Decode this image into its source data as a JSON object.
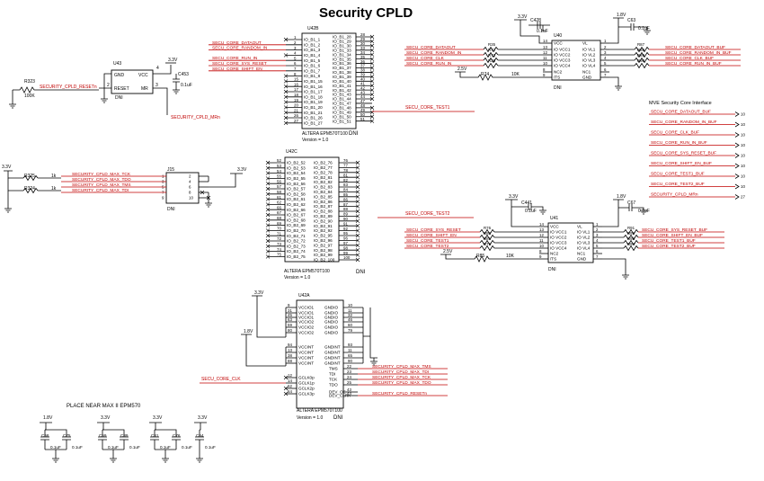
{
  "title": "Security CPLD",
  "placement_note": "PLACE NEAR MAX II EPM570",
  "rail_33": "3.3V",
  "rail_18": "1.8V",
  "rail_25": "2.5V",
  "u43": {
    "ref": "U43",
    "gnd": "GND",
    "vcc": "VCC",
    "reset": "RESET",
    "mr": "MR",
    "dni": "DNI",
    "p4": "4",
    "p1": "1",
    "p2": "2",
    "p3": "3"
  },
  "r323": {
    "ref": "R323",
    "val": "100K"
  },
  "c453": {
    "ref": "C453",
    "val": "0.1uF"
  },
  "reset_net": "SECURITY_CPLD_RESETn",
  "mrn_net": "SECURITY_CPLD_MRn",
  "u42b": {
    "ref": "U42B",
    "footer": "ALTERA EPM570T100",
    "version": "Version = 1.0",
    "dni": "DNI",
    "left_pins": [
      "1",
      "2",
      "3",
      "4",
      "5",
      "6",
      "7",
      "8",
      "15",
      "16",
      "17",
      "18",
      "19",
      "20",
      "21",
      "26",
      "27"
    ],
    "left_labels": [
      "IO_B1_1",
      "IO_B1_2",
      "IO_B1_3",
      "IO_B1_4",
      "IO_B1_5",
      "IO_B1_6",
      "IO_B1_7",
      "IO_B1_8",
      "IO_B1_15",
      "IO_B1_16",
      "IO_B1_17",
      "IO_B1_18",
      "IO_B1_19",
      "IO_B1_20",
      "IO_B1_21",
      "IO_B1_26",
      "IO_B1_27"
    ],
    "right_labels": [
      "IO_B1_28",
      "IO_B1_29",
      "IO_B1_30",
      "IO_B1_33",
      "IO_B1_34",
      "IO_B1_35",
      "IO_B1_36",
      "IO_B1_37",
      "IO_B1_38",
      "IO_B1_39",
      "IO_B1_40",
      "IO_B1_41",
      "IO_B1_42",
      "IO_B1_43",
      "IO_B1_44",
      "IO_B1_47",
      "IO_B1_48",
      "IO_B1_49",
      "IO_B1_50",
      "IO_B1_51"
    ],
    "right_pins": [
      "28",
      "29",
      "30",
      "33",
      "34",
      "35",
      "36",
      "37",
      "38",
      "39",
      "40",
      "41",
      "42",
      "43",
      "44",
      "47",
      "48",
      "49",
      "50",
      "51"
    ],
    "left_nets": [
      "",
      "SECU_CORE_DATAOUT",
      "SECU_CORE_RANDOM_IN",
      "",
      "SECU_CORE_RUN_IN",
      "SECU_CORE_SYS_RESET",
      "SECU_CORE_SHIFT_EN"
    ],
    "test1_net": "SECU_CORE_TEST1"
  },
  "u40": {
    "ref": "U40",
    "dni": "DNI",
    "c428": "C428",
    "c428v": "0.1uF",
    "c63": "C63",
    "c63v": "0.1uF",
    "left_pins": [
      "14",
      "13",
      "12",
      "11",
      "10",
      "8",
      "9"
    ],
    "left_labels": [
      "VCC",
      "IO VCC1",
      "IO VCC2",
      "IO VCC3",
      "IO VCC4",
      "NC2",
      "/TS"
    ],
    "right_labels": [
      "VL",
      "IO VL1",
      "IO VL2",
      "IO VL3",
      "IO VL4",
      "NC1",
      "GND"
    ],
    "right_pins": [
      "1",
      "2",
      "3",
      "4",
      "5",
      "6",
      "7"
    ],
    "left_nets": [
      "SECU_CORE_DATAOUT",
      "SECU_CORE_RANDOM_IN",
      "SECU_CORE_CLK",
      "SECU_CORE_RUN_IN"
    ],
    "right_nets": [
      "SECU_CORE_DATAOUT_BUF",
      "SECU_CORE_RANDOM_IN_BUF",
      "SECU_CORE_CLK_BUF",
      "SECU_CORE_RUN_IN_BUF"
    ],
    "rin": [
      "R35",
      "R72",
      "R73",
      "R36"
    ],
    "rout": [
      "R87",
      "R88",
      "R89",
      "R90"
    ],
    "r74": "R74",
    "r74v": "10K"
  },
  "interface": {
    "title": "MVE Security Core Interface",
    "nets": [
      "SECU_CORE_DATAOUT_BUF",
      "SECU_CORE_RANDOM_IN_BUF",
      "SECU_CORE_CLK_BUF",
      "SECU_CORE_RUN_IN_BUF",
      "SECU_CORE_SYS_RESET_BUF",
      "SECU_CORE_SHIFT_EN_BUF",
      "SECU_CORE_TEST1_BUF",
      "SECU_CORE_TEST2_BUF",
      "SECURITY_CPLD_MRn"
    ],
    "pins": [
      "10",
      "10",
      "10",
      "10",
      "10",
      "10",
      "10",
      "10",
      "27"
    ]
  },
  "j15": {
    "ref": "J15",
    "dni": "DNI",
    "r325": "R325",
    "r324": "R324",
    "rv": "1k",
    "nets": [
      "SECURITY_CPLD_MAX_TCK",
      "SECURITY_CPLD_MAX_TDO",
      "SECURITY_CPLD_MAX_TMS",
      "SECURITY_CPLD_MAX_TDI"
    ],
    "lpins": [
      "1",
      "3",
      "5",
      "7",
      "9"
    ],
    "rpins": [
      "2",
      "4",
      "6",
      "8",
      "10"
    ]
  },
  "u42c": {
    "ref": "U42C",
    "footer": "ALTERA EPM570T100",
    "version": "Version = 1.0",
    "dni": "DNI",
    "left_pins": [
      "52",
      "53",
      "54",
      "55",
      "56",
      "57",
      "58",
      "61",
      "62",
      "66",
      "67",
      "68",
      "69",
      "70",
      "71",
      "72",
      "73",
      "74",
      "75"
    ],
    "left_labels": [
      "IO_B2_52",
      "IO_B2_53",
      "IO_B2_54",
      "IO_B2_55",
      "IO_B2_56",
      "IO_B2_57",
      "IO_B2_58",
      "IO_B2_61",
      "IO_B2_62",
      "IO_B2_66",
      "IO_B2_67",
      "IO_B2_68",
      "IO_B2_69",
      "IO_B2_70",
      "IO_B2_71",
      "IO_B2_72",
      "IO_B2_73",
      "IO_B2_74",
      "IO_B2_75"
    ],
    "right_labels": [
      "IO_B2_76",
      "IO_B2_77",
      "IO_B2_78",
      "IO_B2_81",
      "IO_B2_82",
      "IO_B2_83",
      "IO_B2_84",
      "IO_B2_85",
      "IO_B2_86",
      "IO_B2_87",
      "IO_B2_88",
      "IO_B2_89",
      "IO_B2_90",
      "IO_B2_91",
      "IO_B2_92",
      "IO_B2_95",
      "IO_B2_96",
      "IO_B2_97",
      "IO_B2_98",
      "IO_B2_99",
      "IO_B2_100"
    ],
    "right_pins": [
      "76",
      "77",
      "78",
      "81",
      "82",
      "83",
      "84",
      "85",
      "86",
      "87",
      "88",
      "89",
      "90",
      "91",
      "92",
      "95",
      "96",
      "97",
      "98",
      "99",
      "100"
    ],
    "test2_net": "SECU_CORE_TEST2"
  },
  "u41": {
    "ref": "U41",
    "dni": "DNI",
    "c441": "C441",
    "c441v": "0.1uF",
    "c67": "C67",
    "c67v": "0.1uF",
    "left_pins": [
      "14",
      "13",
      "12",
      "11",
      "10",
      "8",
      "9"
    ],
    "left_labels": [
      "VCC",
      "IO VCC1",
      "IO VCC2",
      "IO VCC3",
      "IO VCC4",
      "NC2",
      "/TS"
    ],
    "right_labels": [
      "VL",
      "IO VL1",
      "IO VL2",
      "IO VL3",
      "IO VL4",
      "NC1",
      "GND"
    ],
    "right_pins": [
      "1",
      "2",
      "3",
      "4",
      "5",
      "6",
      "7"
    ],
    "left_nets": [
      "SECU_CORE_SYS_RESET",
      "SECU_CORE_SHIFT_EN",
      "SECU_CORE_TEST1",
      "SECU_CORE_TEST2"
    ],
    "right_nets": [
      "SECU_CORE_SYS_RESET_BUF",
      "SECU_CORE_SHIFT_EN_BUF",
      "SECU_CORE_TEST1_BUF",
      "SECU_CORE_TEST2_BUF"
    ],
    "rin": [
      "R76",
      "R80",
      "R81",
      "R75"
    ],
    "rout": [
      "R91",
      "R92",
      "R93",
      "R94"
    ],
    "r85": "R85",
    "r85v": "10K"
  },
  "u42a": {
    "ref": "U42A",
    "footer": "ALTERA EPM570T100",
    "version": "Version = 1.0",
    "dni": "DNI",
    "left_pins": [
      "9",
      "31",
      "45",
      "63",
      "59",
      "80",
      "94",
      "13",
      "38",
      "88",
      "63"
    ],
    "left_labels": [
      "VCCIO1",
      "VCCIO1",
      "VCCIO1",
      "VCCIO2",
      "VCCIO2",
      "VCCIO2",
      "VCCINT",
      "VCCINT",
      "VCCINT",
      "VCCINT"
    ],
    "right_labels": [
      "GNDIO",
      "GNDIO",
      "GNDIO",
      "GNDIO",
      "GNDIO",
      "GNDIO",
      "GNDINT",
      "GNDINT",
      "GNDINT",
      "GNDINT"
    ],
    "right_pins": [
      "10",
      "11",
      "32",
      "46",
      "60",
      "79",
      "93",
      "11",
      "65",
      "90"
    ],
    "clk_labels": [
      "GCLK0p",
      "GCLK1p",
      "GCLK2p",
      "GCLK3p"
    ],
    "clk_pins": [
      "12",
      "14",
      "62",
      "64"
    ],
    "jtag_labels": [
      "TMS",
      "TDI",
      "TCK",
      "TDO",
      "DEV_OE",
      "DEV_CLRn"
    ],
    "jtag_pins": [
      "22",
      "23",
      "24",
      "25",
      "43",
      "44"
    ],
    "clk_net": "SECU_CORE_CLK",
    "jtag_nets": [
      "SECURITY_CPLD_MAX_TMS",
      "SECURITY_CPLD_MAX_TDI",
      "SECURITY_CPLD_MAX_TCK",
      "SECURITY_CPLD_MAX_TDO",
      "SECURITY_CPLD_RESETn"
    ]
  },
  "bypass": [
    {
      "rail": "1.8V",
      "c1": "C58",
      "c1v": "0.1uF",
      "c2": "C75",
      "c2v": "0.1uF"
    },
    {
      "rail": "3.3V",
      "c1": "C59",
      "c1v": "0.1uF",
      "c2": "C89",
      "c2v": "0.1uF"
    },
    {
      "rail": "3.3V",
      "c1": "C61",
      "c1v": "0.1uF",
      "c2": "C76",
      "c2v": "0.1uF"
    },
    {
      "rail": "3.3V",
      "c1": "C64",
      "c1v": "0.1uF"
    }
  ],
  "colors": {
    "net": "#c00000",
    "wire": "#000000",
    "bg": "#ffffff"
  }
}
